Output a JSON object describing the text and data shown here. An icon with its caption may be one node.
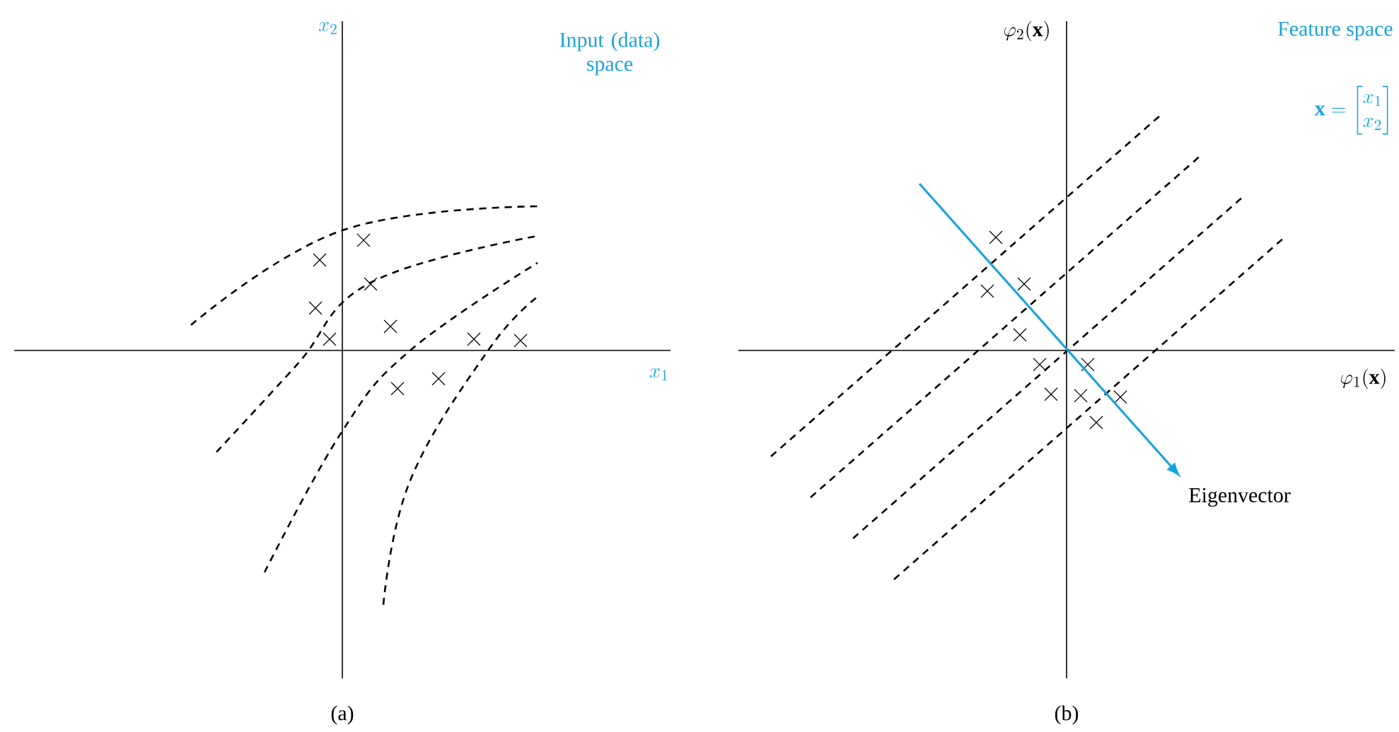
{
  "diagram": {
    "labels": [
      "x_2",
      "Input (data) space",
      "\\varphi_2(\\mathbf{x})",
      "Feature space",
      "\\mathbf{x} = \\begin{bmatrix} x_1 \\\\ x_2 \\end{bmatrix}",
      "x_1",
      "\\varphi_1(\\mathbf{x})",
      "Eigenvector",
      "(a)",
      "(b)"
    ]
  }
}
